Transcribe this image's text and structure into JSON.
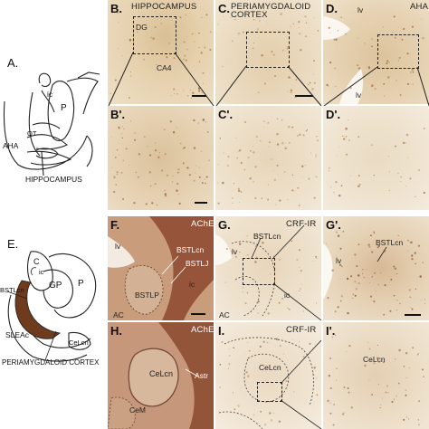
{
  "top_left": {
    "letter": "A.",
    "labels": {
      "ic": "ic",
      "p": "P",
      "ot": "OT",
      "aha": "AHA",
      "hippocampus": "HIPPOCAMPUS"
    }
  },
  "bottom_left": {
    "letter": "E.",
    "labels": {
      "c": "C",
      "ic": "ic",
      "gp": "GP",
      "p": "P",
      "bstlcn": "BSTLcn",
      "slea": "SLEAc",
      "celcn": "CeLcn",
      "periamygdaloid": "PERIAMYGDALOID CORTEX"
    }
  },
  "panels": {
    "b": {
      "label": "B.",
      "title": "HIPPOCAMPUS",
      "dg": "DG",
      "ca4": "CA4"
    },
    "c": {
      "label": "C.",
      "title_line1": "PERIAMYGDALOID",
      "title_line2": "CORTEX"
    },
    "d": {
      "label": "D.",
      "lv": "lv",
      "aha": "AHA",
      "lv2": "lv"
    },
    "b2": {
      "label": "B'."
    },
    "c2": {
      "label": "C'."
    },
    "d2": {
      "label": "D'."
    },
    "f": {
      "label": "F.",
      "title": "AChE",
      "lv": "lv",
      "bstlcn": "BSTLcn",
      "bstlj": "BSTLJ",
      "ic": "ic",
      "bstlp": "BSTLP",
      "ac": "AC"
    },
    "g": {
      "label": "G.",
      "title": "CRF-IR",
      "lv": "lv",
      "bstlcn": "BSTLcn",
      "ic": "ic",
      "ac": "AC"
    },
    "g2": {
      "label": "G'.",
      "bstlcn": "BSTLcn",
      "lv": "lv"
    },
    "h": {
      "label": "H.",
      "title": "AChE",
      "celcn": "CeLcn",
      "astr": "Astr",
      "cem": "CeM"
    },
    "i": {
      "label": "I.",
      "title": "CRF-IR",
      "celcn": "CeLcn"
    },
    "i2": {
      "label": "I'.",
      "celcn": "CeLcn"
    }
  },
  "colors": {
    "light_tissue": "#e9d6b8",
    "pale_tissue": "#f0e4cf",
    "ache_dark": "#9a5b3a",
    "ache_mid": "#c89a7a"
  }
}
